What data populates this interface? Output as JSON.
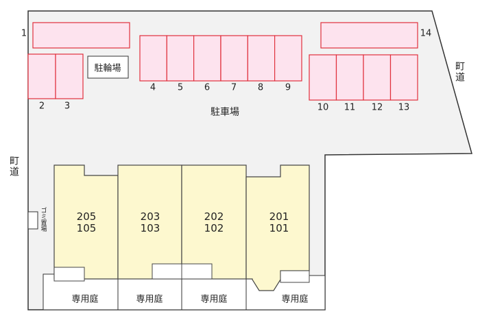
{
  "parking": {
    "label": "駐車場",
    "spaces": [
      "1",
      "2",
      "3",
      "4",
      "5",
      "6",
      "7",
      "8",
      "9",
      "10",
      "11",
      "12",
      "13",
      "14"
    ]
  },
  "bicycle_parking": "駐輪場",
  "roads": {
    "left": "町道",
    "right": "町道"
  },
  "garbage": "ゴミ置場",
  "units": [
    {
      "upper": "205",
      "lower": "105"
    },
    {
      "upper": "203",
      "lower": "103"
    },
    {
      "upper": "202",
      "lower": "102"
    },
    {
      "upper": "201",
      "lower": "101"
    }
  ],
  "garden_label": "専用庭",
  "colors": {
    "parking_fill": "#fde3ee",
    "parking_stroke": "#e0303c",
    "building_fill": "#fdf8cf",
    "lot_fill": "#f2f2f2"
  }
}
